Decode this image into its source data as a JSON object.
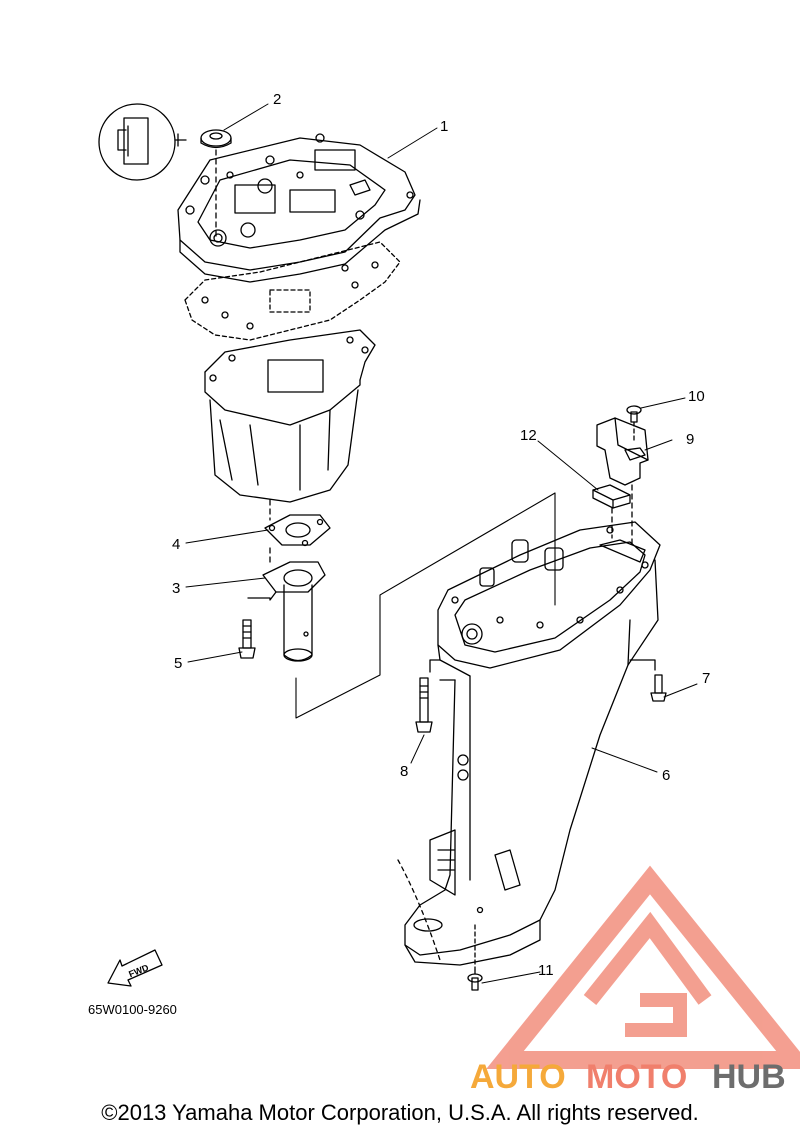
{
  "callouts": {
    "p1": "1",
    "p2": "2",
    "p3": "3",
    "p4": "4",
    "p5": "5",
    "p6": "6",
    "p7": "7",
    "p8": "8",
    "p9": "9",
    "p10": "10",
    "p11": "11",
    "p12": "12"
  },
  "part_code": "65W0100-9260",
  "fwd_label": "FWD",
  "watermark": {
    "auto": "AUTO",
    "moto": "MOTO",
    "hub": "HUB"
  },
  "copyright": "©2013 Yamaha Motor Corporation, U.S.A. All rights reserved.",
  "colors": {
    "line": "#000000",
    "logo_red": "#f07f6c",
    "logo_orange": "#f5a93a",
    "logo_gray": "#6d6d6d"
  }
}
